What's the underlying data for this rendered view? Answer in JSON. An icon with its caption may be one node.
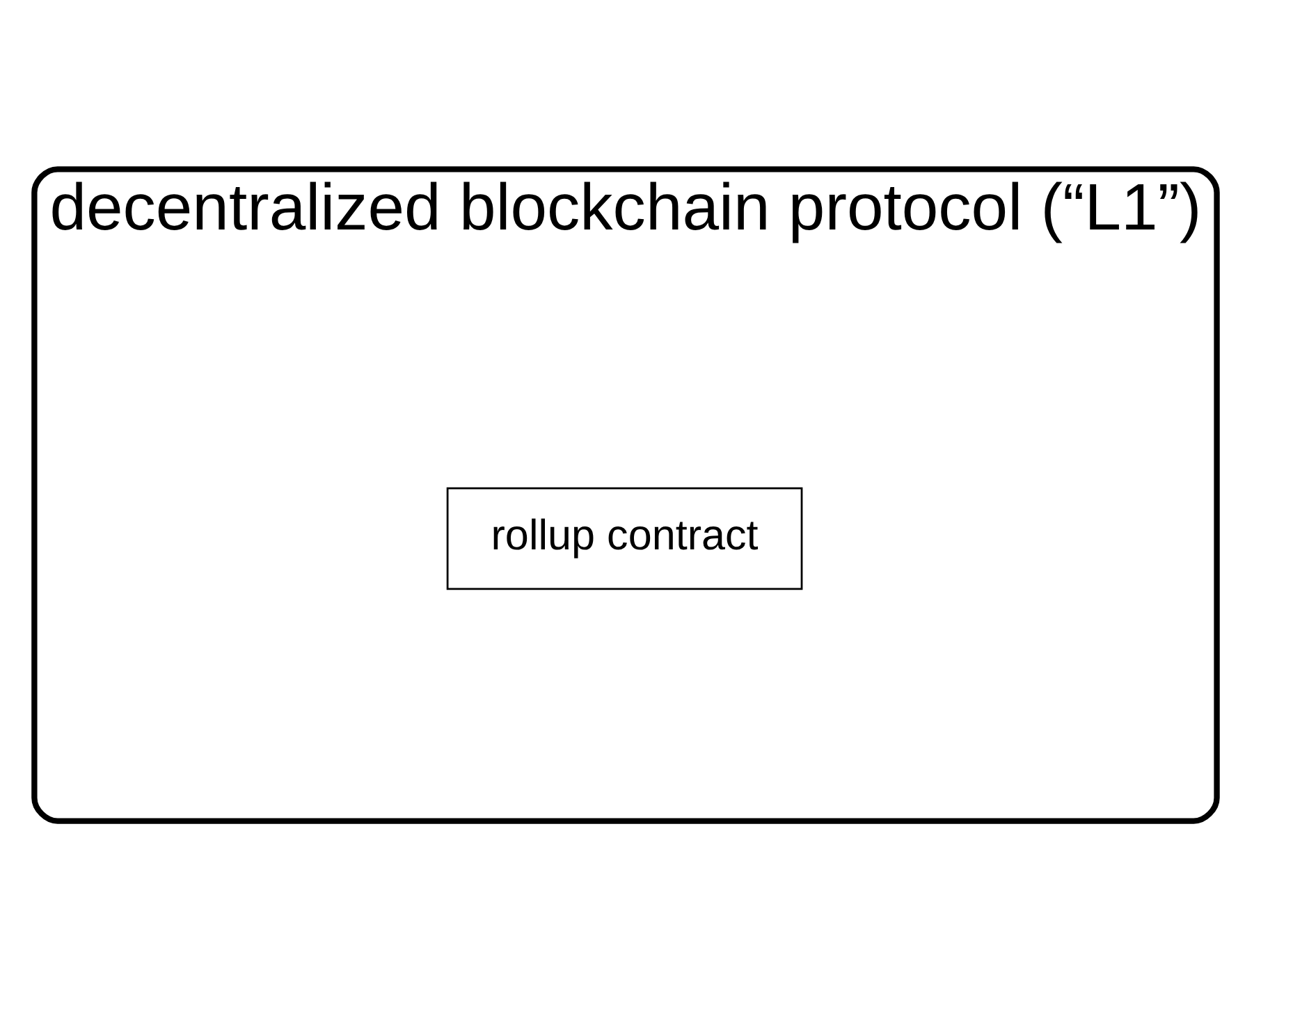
{
  "diagram": {
    "nodes": [
      {
        "text": [
          "decentralized blockchain protocol (“L1”)"
        ]
      },
      {
        "text": [
          "rollup contract"
        ],
        "in": 0
      }
    ]
  }
}
